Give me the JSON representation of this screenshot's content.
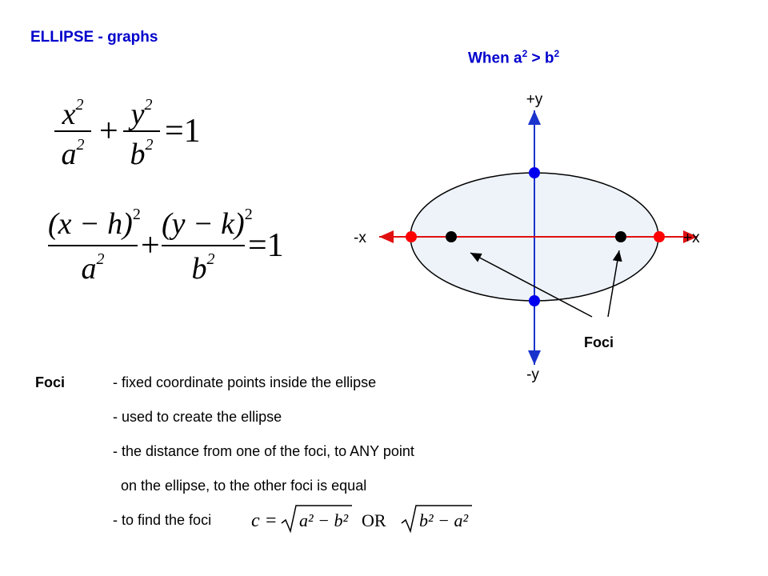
{
  "title": "ELLIPSE - graphs",
  "subtitle": {
    "prefix": "When a",
    "exp1": "2",
    "mid": " > b",
    "exp2": "2"
  },
  "equation1": {
    "x": "x",
    "y": "y",
    "a": "a",
    "b": "b",
    "exp": "2",
    "plus": "+",
    "equals": "=1"
  },
  "equation2": {
    "num1": "(x − h)",
    "num2": "(y − k)",
    "a": "a",
    "b": "b",
    "exp": "2",
    "plus": "+",
    "equals": "=1"
  },
  "diagram": {
    "axis_labels": {
      "pos_y": "+y",
      "neg_y": "-y",
      "pos_x": "+x",
      "neg_x": "-x"
    },
    "foci_label": "Foci",
    "colors": {
      "ellipse_fill": "#eef3fa",
      "x_axis": "#e01010",
      "y_axis": "#1a33cc",
      "vertex_x": "#ff0000",
      "vertex_y": "#0000ee",
      "foci": "#000000"
    }
  },
  "notes": {
    "heading": "Foci",
    "lines": [
      "- fixed coordinate points inside the ellipse",
      "- used to create the ellipse",
      "- the distance from one of the foci, to ANY point",
      "  on the ellipse, to the other foci is equal",
      "- to find the foci"
    ]
  },
  "foci_formula": {
    "c": "c",
    "equals": "=",
    "expr1": "a² − b²",
    "or": "OR",
    "expr2": "b² − a²"
  }
}
